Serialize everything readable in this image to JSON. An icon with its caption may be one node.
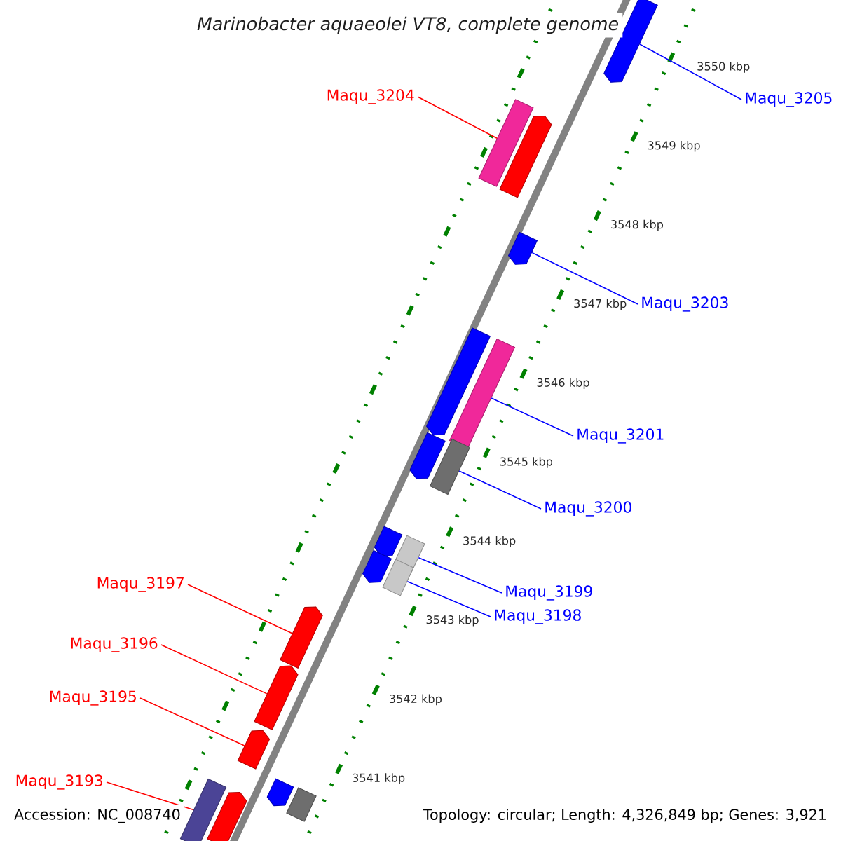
{
  "diagram": {
    "title": "Marinobacter aquaeolei VT8, complete genome",
    "nodes": [
      {
        "text": [
          "Maqu_3204"
        ]
      },
      {
        "text": [
          "Maqu_3205"
        ]
      },
      {
        "text": [
          "Maqu_3203"
        ]
      },
      {
        "text": [
          "Maqu_3201"
        ]
      },
      {
        "text": [
          "Maqu_3200"
        ]
      },
      {
        "text": [
          "Maqu_3199"
        ]
      },
      {
        "text": [
          "Maqu_3198"
        ]
      },
      {
        "text": [
          "Maqu_3197"
        ]
      },
      {
        "text": [
          "Maqu_3196"
        ]
      },
      {
        "text": [
          "Maqu_3195"
        ]
      },
      {
        "text": [
          "Maqu_3193"
        ]
      },
      {
        "text": [],
        "shape": "pentagon"
      },
      {
        "text": [],
        "shape": "bar"
      },
      {
        "text": [],
        "shape": "pentagon"
      },
      {
        "text": [],
        "shape": "pentagon"
      },
      {
        "text": [],
        "shape": "pentagon"
      },
      {
        "text": [],
        "shape": "bar"
      },
      {
        "text": [],
        "shape": "pentagon"
      },
      {
        "text": [],
        "shape": "bar"
      },
      {
        "text": [],
        "shape": "pentagon"
      },
      {
        "text": [],
        "shape": "bar"
      },
      {
        "text": [],
        "shape": "pentagon"
      },
      {
        "text": [],
        "shape": "bar"
      },
      {
        "text": [],
        "shape": "pentagon"
      },
      {
        "text": [],
        "shape": "pentagon"
      },
      {
        "text": [],
        "shape": "pentagon"
      },
      {
        "text": [],
        "shape": "pentagon"
      },
      {
        "text": [],
        "shape": "bar"
      },
      {
        "text": [],
        "shape": "bar"
      },
      {
        "text": [],
        "shape": "pentagon"
      }
    ],
    "edges": [
      {
        "from": 0,
        "to": 12,
        "arrow": "none",
        "color": "#ff0000"
      },
      {
        "from": 1,
        "to": 11,
        "arrow": "none"
      },
      {
        "from": 2,
        "to": 14,
        "arrow": "none"
      },
      {
        "from": 3,
        "to": 16,
        "arrow": "none"
      },
      {
        "from": 4,
        "to": 18,
        "arrow": "none"
      },
      {
        "from": 5,
        "to": 20,
        "arrow": "none"
      },
      {
        "from": 6,
        "to": 22,
        "arrow": "none"
      },
      {
        "from": 7,
        "to": 23,
        "arrow": "none",
        "color": "#ff0000"
      },
      {
        "from": 8,
        "to": 24,
        "arrow": "none",
        "color": "#ff0000"
      },
      {
        "from": 9,
        "to": 25,
        "arrow": "none",
        "color": "#ff0000"
      },
      {
        "from": 10,
        "to": 28,
        "arrow": "none",
        "color": "#ff0000"
      }
    ],
    "labels": [
      "3550 kbp",
      "3549 kbp",
      "3548 kbp",
      "3547 kbp",
      "3546 kbp",
      "3545 kbp",
      "3544 kbp",
      "3543 kbp",
      "3542 kbp",
      "3541 kbp",
      "Accession: NC_008740",
      "Topology: circular; Length: 4,326,849 bp; Genes: 3,921"
    ]
  }
}
